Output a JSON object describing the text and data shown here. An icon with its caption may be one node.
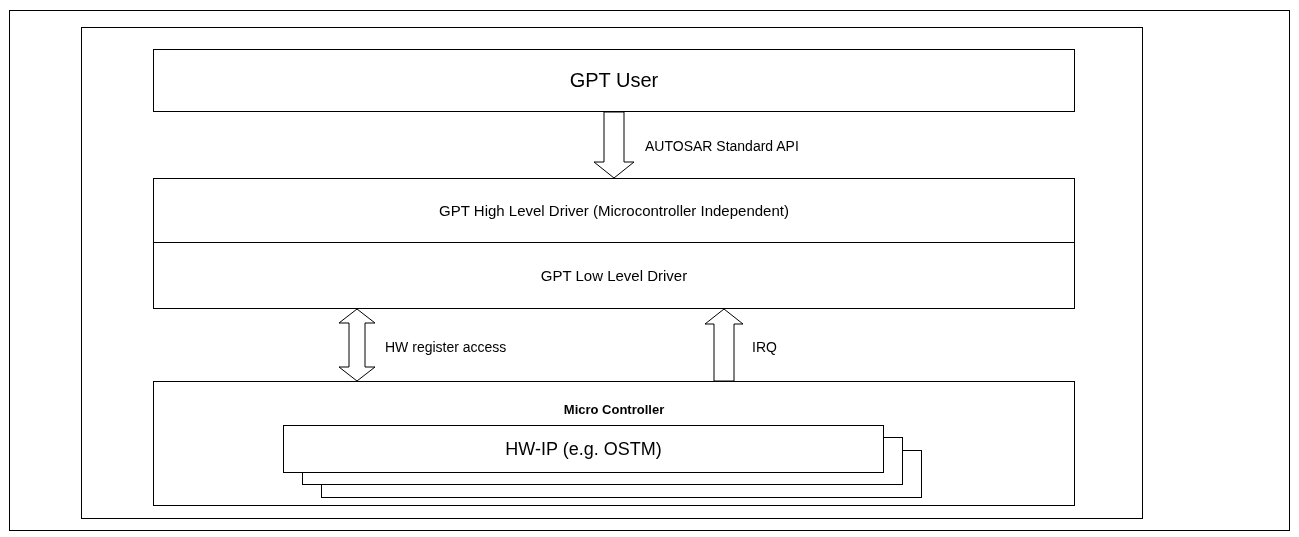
{
  "diagram": {
    "nodes": [
      {
        "text": [],
        "shape": "box"
      },
      {
        "text": [
          "GPT User"
        ],
        "in": 0
      },
      {
        "text": [
          "GPT High Level Driver (Microcontroller Independent)"
        ],
        "in": 0
      },
      {
        "text": [
          "GPT Low Level Driver"
        ],
        "in": 0
      },
      {
        "text": [
          "Micro Controller"
        ],
        "in": 0
      },
      {
        "text": [
          "HW-IP (e.g. OSTM)"
        ],
        "in": 4
      }
    ],
    "edges": [
      {
        "from": 1,
        "to": 2,
        "arrow": "to",
        "label": "AUTOSAR Standard API"
      },
      {
        "from": 3,
        "to": 4,
        "arrow": "both",
        "label": "HW register access"
      },
      {
        "from": 4,
        "to": 3,
        "arrow": "to",
        "label": "IRQ"
      }
    ]
  }
}
